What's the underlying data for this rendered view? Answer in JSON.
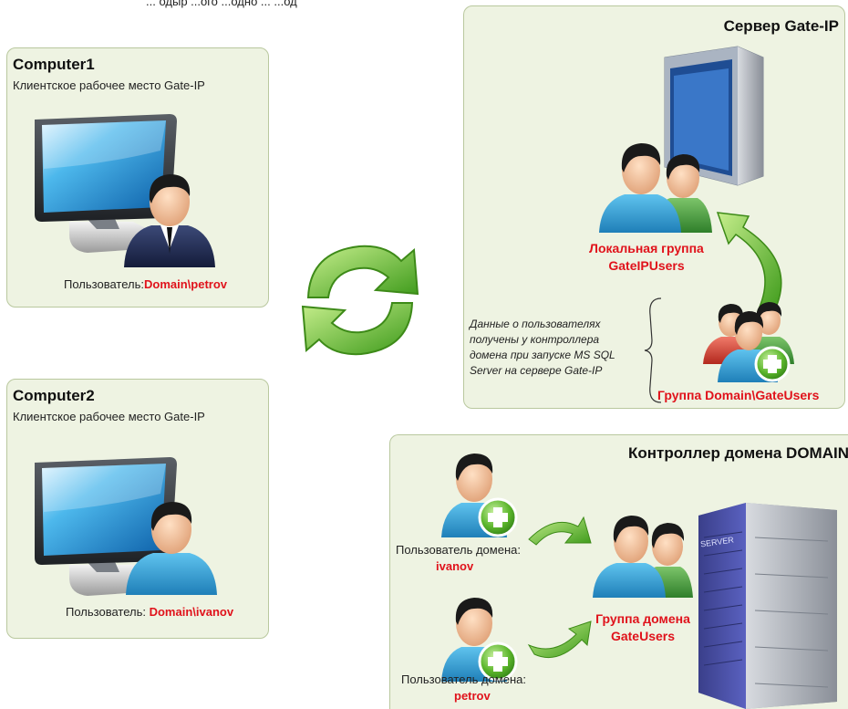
{
  "top_caption": "... одыр ...ого  ...одно  ... ...од",
  "computer1": {
    "title": "Computer1",
    "subtitle": "Клиентское рабочее место Gate-IP",
    "user_prefix": "Пользователь:",
    "user_value": "Domain\\petrov"
  },
  "computer2": {
    "title": "Computer2",
    "subtitle": "Клиентское рабочее место Gate-IP",
    "user_prefix": "Пользователь: ",
    "user_value": "Domain\\ivanov"
  },
  "server": {
    "title": "Сервер Gate-IP",
    "local_group_line1": "Локальная группа",
    "local_group_line2": "GateIPUsers",
    "note_lines": [
      "Данные о пользователях",
      "получены у контроллера",
      "домена при  запуске MS SQL",
      "Server на сервере Gate-IP"
    ],
    "domain_group": "Группа Domain\\GateUsers"
  },
  "dc": {
    "title": "Контроллер домена DOMAIN",
    "user1_label": "Пользователь домена:",
    "user1_value": "ivanov",
    "user2_label": "Пользователь домена:",
    "user2_value": "petrov",
    "group_line1": "Группа домена",
    "group_line2": "GateUsers",
    "server_text": "SERVER"
  },
  "colors": {
    "panel_bg": "#eef3e2",
    "accent_red": "#e0121b",
    "arrow_green": "#5fb82a"
  }
}
